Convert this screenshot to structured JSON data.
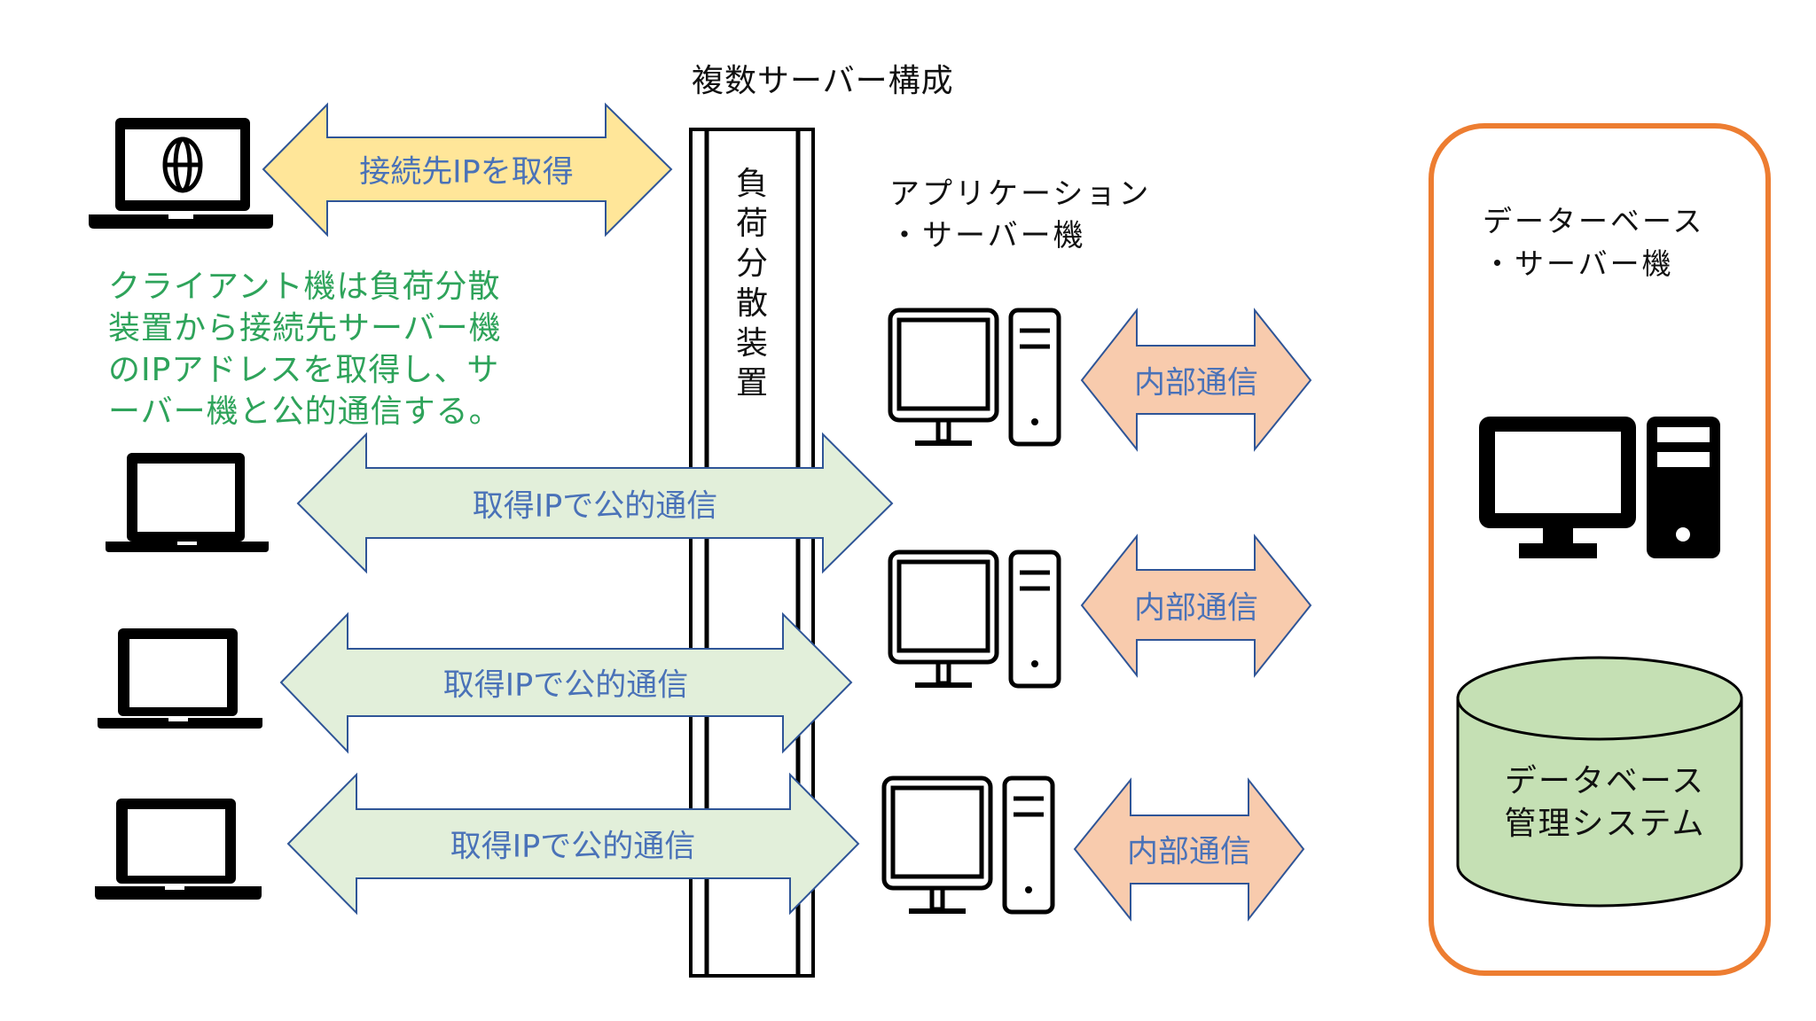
{
  "diagram": {
    "title": "複数サーバー構成",
    "note": "クライアント機は負荷分散装置から接続先サーバー機のIPアドレスを取得し、サーバー機と公的通信する。",
    "load_balancer": {
      "label": "負荷分散装置"
    },
    "app_servers": {
      "label_line1": "アプリケーション",
      "label_line2": "・サーバー機",
      "count": 3
    },
    "db_server": {
      "label_line1": "データーベース",
      "label_line2": "・サーバー機",
      "dbms_line1": "データベース",
      "dbms_line2": "管理システム"
    },
    "clients": [
      {
        "icon": "laptop-globe-icon"
      },
      {
        "icon": "laptop-icon"
      },
      {
        "icon": "laptop-icon"
      },
      {
        "icon": "laptop-icon"
      }
    ],
    "arrows": {
      "get_ip": "接続先IPを取得",
      "public": [
        "取得IPで公的通信",
        "取得IPで公的通信",
        "取得IPで公的通信"
      ],
      "internal": [
        "内部通信",
        "内部通信",
        "内部通信"
      ]
    }
  },
  "colors": {
    "get_ip_fill": "#FFE699",
    "public_fill": "#E2EFDA",
    "internal_fill": "#F8CBAD",
    "arrow_outline": "#2F5597",
    "arrow_text": "#4A72B8",
    "note_text": "#2EA35A",
    "db_group_border": "#ED7D31",
    "cylinder_fill": "#C5E0B4"
  }
}
